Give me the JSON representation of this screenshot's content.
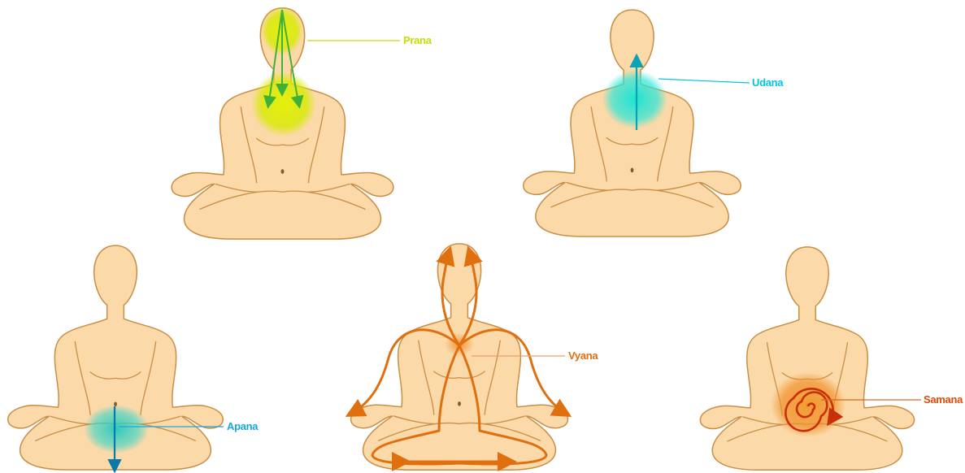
{
  "figures": [
    {
      "id": "prana",
      "label": "Prana",
      "color": "#c8dc00",
      "glow": "#e2f000",
      "line_color": "#c8dc00"
    },
    {
      "id": "udana",
      "label": "Udana",
      "color": "#00d6e6",
      "glow": "#1ee8d6",
      "line_color": "#00c7d9"
    },
    {
      "id": "apana",
      "label": "Apana",
      "color": "#0096c8",
      "glow": "#2ad0c4",
      "line_color": "#1aa8d8"
    },
    {
      "id": "vyana",
      "label": "Vyana",
      "color": "#e06f10",
      "glow": "#f49a4a",
      "line_color": "#e8a070"
    },
    {
      "id": "samana",
      "label": "Samana",
      "color": "#e24a0a",
      "glow": "#f07a1a",
      "line_color": "#d66a20"
    }
  ]
}
